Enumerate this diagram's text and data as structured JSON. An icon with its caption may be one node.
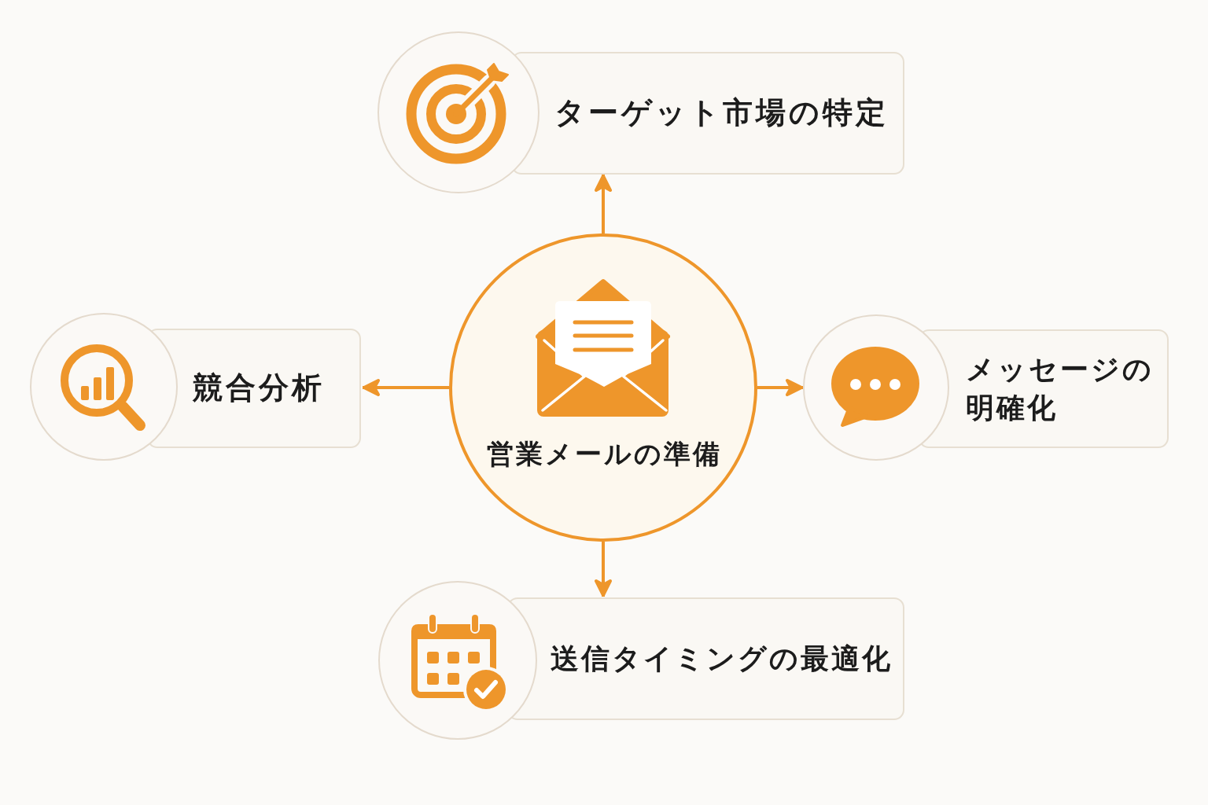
{
  "diagram": {
    "nodes": [
      {
        "text": [
          "ターゲット市場の特定"
        ]
      },
      {
        "text": [
          "競合分析"
        ]
      },
      {
        "text": [
          "営業メールの準備"
        ]
      },
      {
        "text": [
          "メッセージの明確化"
        ]
      },
      {
        "text": [
          "送信タイミングの最適化"
        ]
      }
    ],
    "edges": [
      {
        "from": 2,
        "to": 0,
        "arrow": "to"
      },
      {
        "from": 2,
        "to": 1,
        "arrow": "to"
      },
      {
        "from": 2,
        "to": 3,
        "arrow": "to"
      },
      {
        "from": 2,
        "to": 4,
        "arrow": "to"
      }
    ]
  }
}
